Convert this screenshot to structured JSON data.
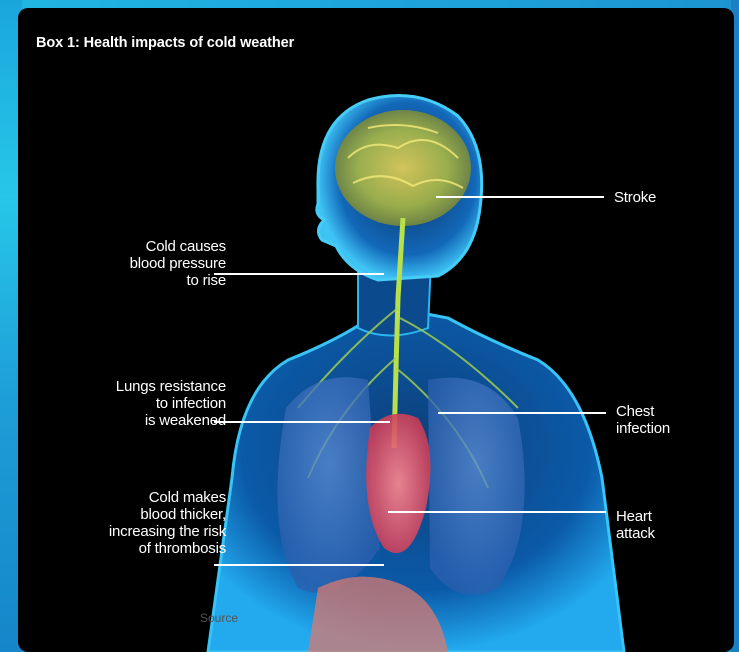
{
  "title": "Box 1: Health impacts of cold weather",
  "labels": {
    "stroke": "Stroke",
    "blood_pressure": "Cold causes\nblood pressure\nto rise",
    "lungs": "Lungs  resistance\nto infection\nis weakened",
    "chest_infection": "Chest\ninfection",
    "heart_attack": "Heart\nattack",
    "thrombosis": "Cold makes\nblood thicker,\nincreasing the risk\nof thrombosis"
  },
  "source_text": "Source",
  "colors": {
    "background": "#1a9fd6",
    "panel": "#000000",
    "body_glow": "#1fa2e8",
    "nerves": "#b7e04a",
    "heart": "#e8506a"
  }
}
